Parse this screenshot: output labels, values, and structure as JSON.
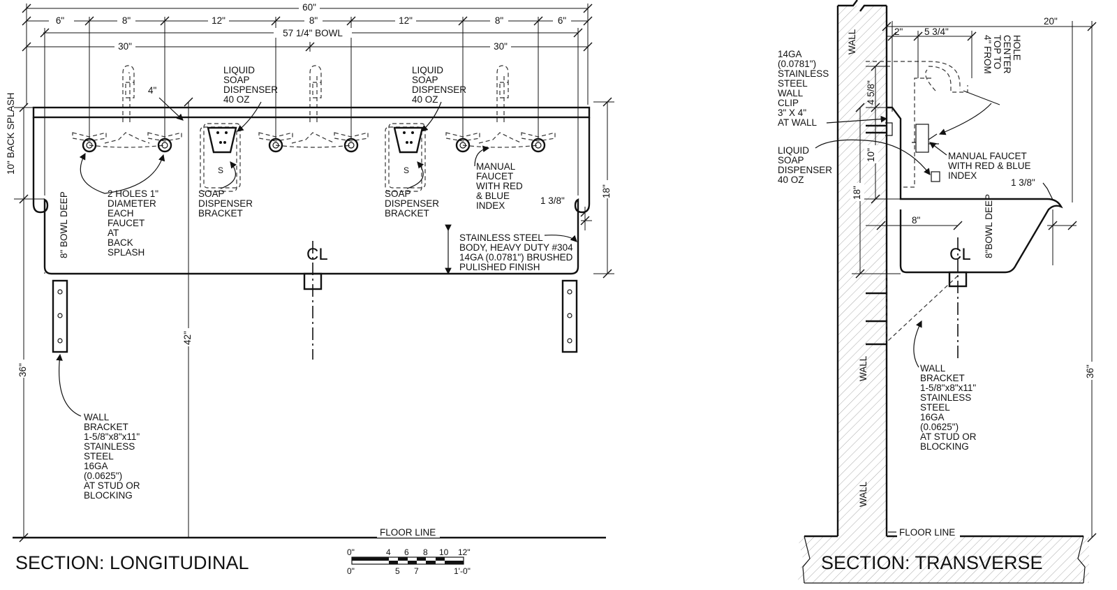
{
  "titles": {
    "longitudinal": "SECTION: LONGITUDINAL",
    "transverse": "SECTION: TRANSVERSE"
  },
  "dims_long": {
    "overall": "60\"",
    "bowl": "57 1/4\" BOWL",
    "seg1": "6\"",
    "seg2": "8\"",
    "seg3": "12\"",
    "seg4": "8\"",
    "seg5": "12\"",
    "seg6": "8\"",
    "seg7": "6\"",
    "half_left": "30\"",
    "half_right": "30\"",
    "splash_top": "4\"",
    "back_splash": "10\" BACK SPLASH",
    "bowl_deep": "8\" BOWL DEEP",
    "height_36": "36\"",
    "height_42": "42\"",
    "height_18": "18\"",
    "rim": "1 3/8\"",
    "centerline": "CL"
  },
  "notes_long": {
    "soap_left": [
      "LIQUID",
      "SOAP",
      "DISPENSER",
      "40 OZ"
    ],
    "soap_right": [
      "LIQUID",
      "SOAP",
      "DISPENSER",
      "40 OZ"
    ],
    "bracket_left": [
      "SOAP",
      "DISPENSER",
      "BRACKET"
    ],
    "bracket_right": [
      "SOAP",
      "DISPENSER",
      "BRACKET"
    ],
    "holes": [
      "2 HOLES 1\"",
      "DIAMETER",
      "EACH",
      "FAUCET",
      "AT",
      "BACK",
      "SPLASH"
    ],
    "faucet": [
      "MANUAL",
      "FAUCET",
      "WITH RED",
      "& BLUE",
      "INDEX"
    ],
    "body": [
      "STAINLESS STEEL",
      "BODY, HEAVY DUTY #304",
      "14GA (0.0781\") BRUSHED",
      "PULISHED FINISH"
    ],
    "wall_bracket": [
      "WALL",
      "BRACKET",
      "1-5/8\"x8\"x11\"",
      "STAINLESS",
      "STEEL",
      "16GA",
      "(0.0625\")",
      "AT STUD OR",
      "BLOCKING"
    ],
    "floor": "FLOOR LINE"
  },
  "scale": {
    "top": [
      "0\"",
      "4",
      "6",
      "8",
      "10",
      "12\""
    ],
    "bottom": [
      "0\"",
      "5",
      "7",
      "1'-0\""
    ]
  },
  "dims_trans": {
    "depth": "20\"",
    "two": "2\"",
    "five": "5 3/4\"",
    "four_five": "4 5/8\"",
    "ten": "10\"",
    "eighteen": "18\"",
    "eight": "8\"",
    "rim": "1 3/8\"",
    "bowl_deep": "8\"BOWL DEEP",
    "height_36": "36\"",
    "top_center": [
      "4\" FROM",
      "TOP TO",
      "CENTER",
      "HOLE"
    ],
    "centerline": "CL"
  },
  "notes_trans": {
    "clip": [
      "14GA",
      "(0.0781\")",
      "STAINLESS",
      "STEEL",
      "WALL",
      "CLIP",
      "3\" X 4\"",
      "AT WALL"
    ],
    "soap": [
      "LIQUID",
      "SOAP",
      "DISPENSER",
      "40 OZ"
    ],
    "faucet": [
      "MANUAL FAUCET",
      "WITH RED & BLUE",
      "INDEX"
    ],
    "bracket": [
      "WALL",
      "BRACKET",
      "1-5/8\"x8\"x11\"",
      "STAINLESS",
      "STEEL",
      "16GA",
      "(0.0625\")",
      "AT STUD OR",
      "BLOCKING"
    ],
    "wall": "WALL",
    "floor": "FLOOR LINE"
  }
}
